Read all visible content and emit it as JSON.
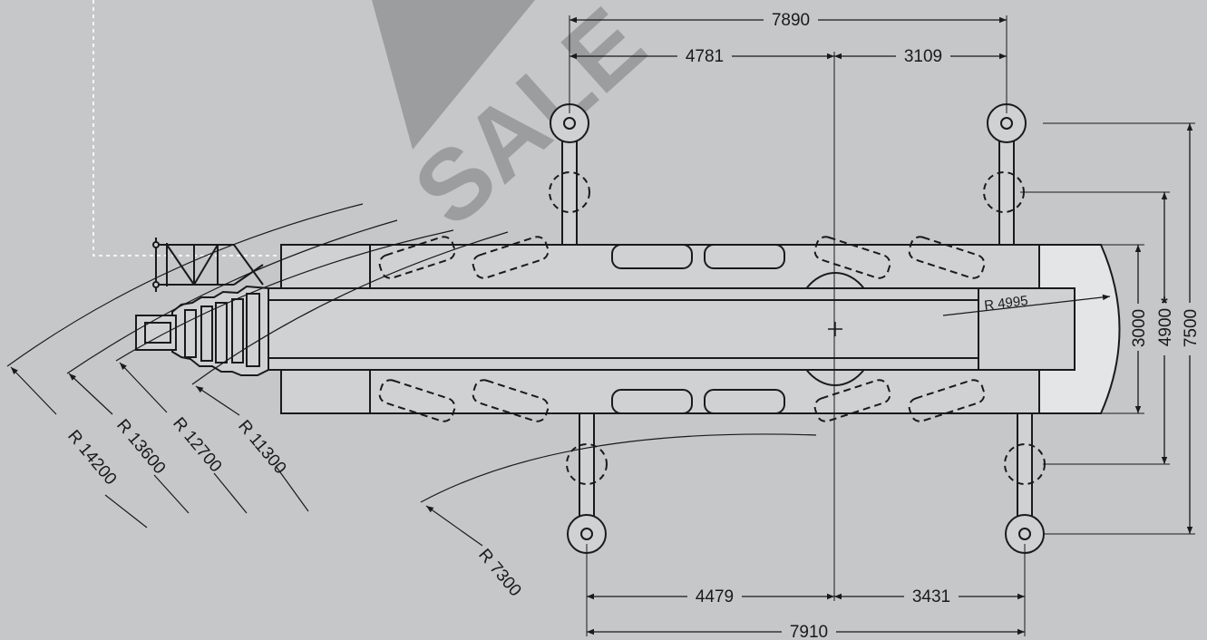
{
  "watermark": "SALE",
  "dimensions": {
    "top_total": "7890",
    "top_left": "4781",
    "top_right": "3109",
    "bottom_total": "7910",
    "bottom_left": "4479",
    "bottom_right": "3431",
    "width_3000": "3000",
    "width_4900": "4900",
    "width_4900_mark": "*",
    "width_7500": "7500"
  },
  "radii": {
    "r14200": "R 14200",
    "r13600": "R 13600",
    "r12700": "R 12700",
    "r11300": "R 11300",
    "r7300": "R 7300",
    "r4995": "R 4995"
  },
  "colors": {
    "background": "#c6c7c9",
    "line": "#1a1a1a",
    "fill": "#d0d1d3",
    "tail": "#e4e5e6",
    "watermark": "#9c9d9f"
  }
}
